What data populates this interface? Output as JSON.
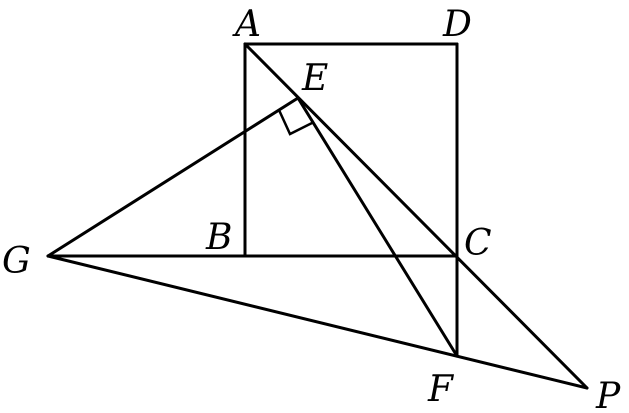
{
  "diagram": {
    "points": {
      "A": "A",
      "B": "B",
      "C": "C",
      "D": "D",
      "E": "E",
      "F": "F",
      "G": "G",
      "P": "P"
    },
    "stroke_color": "#000000",
    "background_color": "#ffffff"
  }
}
